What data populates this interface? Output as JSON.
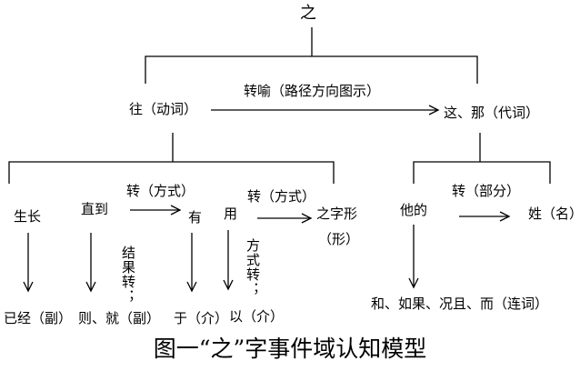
{
  "root": "之",
  "level1": {
    "left": "往（动词）",
    "right": "这、那（代词）",
    "transfer": "转喻（路径方向图示）"
  },
  "verb_branch": {
    "grow": "生长",
    "until": "直到",
    "you": "有",
    "yong": "用",
    "zhi_shape": "之字形",
    "xing": "（形）",
    "transfer_manner_1": "转（方式）",
    "transfer_manner_2": "转（方式）",
    "result_transfer": "结果转；",
    "manner_transfer": "方式转；",
    "already": "已经（副）",
    "then": "则、就（副）",
    "yu": "于（介）",
    "yi": "以（介）"
  },
  "pronoun_branch": {
    "its": "他的",
    "name": "姓（名）",
    "transfer_part": "转（部分）",
    "conjunctions": "和、如果、况且、而（连词）"
  },
  "caption": "图一“之”字事件域认知模型"
}
